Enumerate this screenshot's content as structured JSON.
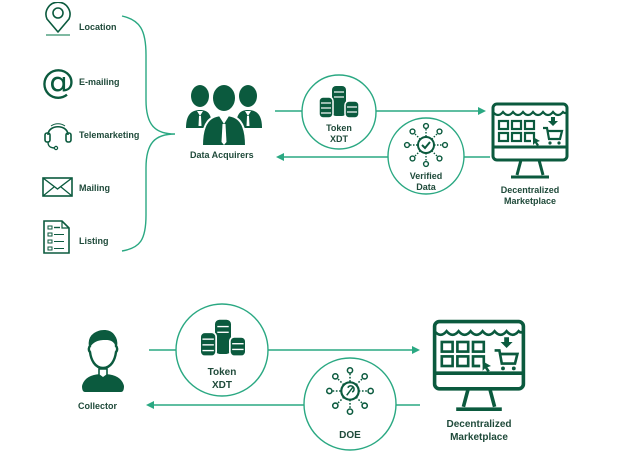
{
  "colors": {
    "dark": "#0b5a3e",
    "accent": "#2aa882",
    "text": "#1f4a3a"
  },
  "top_flow": {
    "sources": [
      {
        "icon": "location-pin-icon",
        "label": "Location"
      },
      {
        "icon": "at-sign-icon",
        "label": "E-mailing"
      },
      {
        "icon": "headset-icon",
        "label": "Telemarketing"
      },
      {
        "icon": "envelope-icon",
        "label": "Mailing"
      },
      {
        "icon": "checklist-icon",
        "label": "Listing"
      }
    ],
    "acquirers": {
      "icon": "group-of-people-icon",
      "label": "Data Acquirers"
    },
    "token": {
      "icon": "coin-stacks-icon",
      "line1": "Token",
      "line2": "XDT"
    },
    "verified": {
      "icon": "verified-network-icon",
      "line1": "Verified",
      "line2": "Data"
    },
    "marketplace": {
      "icon": "marketplace-monitor-icon",
      "line1": "Decentralized",
      "line2": "Marketplace"
    }
  },
  "bottom_flow": {
    "collector": {
      "icon": "person-icon",
      "label": "Collector"
    },
    "token": {
      "icon": "coin-stacks-icon",
      "line1": "Token",
      "line2": "XDT"
    },
    "doe": {
      "icon": "doe-network-icon",
      "label": "DOE"
    },
    "marketplace": {
      "icon": "marketplace-monitor-icon",
      "line1": "Decentralized",
      "line2": "Marketplace"
    }
  }
}
